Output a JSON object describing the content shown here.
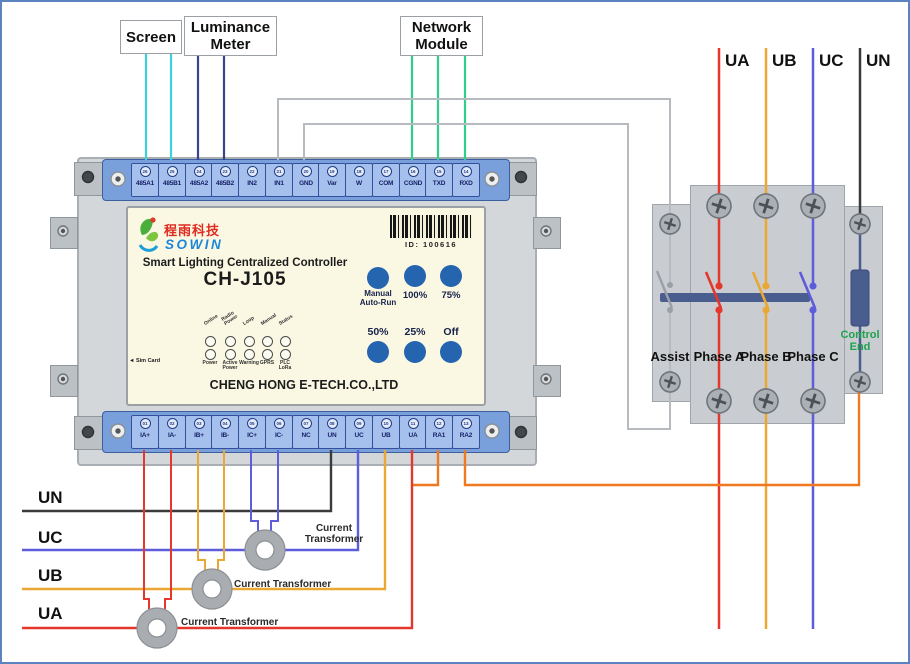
{
  "colors": {
    "wire_screen": "#3fd0de",
    "wire_luminance": "#3b4290",
    "wire_network": "#2ecf8a",
    "wire_gray": "#b7bbbf",
    "phase_a_red": "#e6372c",
    "phase_b_yellow": "#eaa733",
    "phase_c_blue": "#5d5ddc",
    "neutral_black": "#3b3b3b",
    "relay_orange": "#f0791f",
    "actuator_blue": "#4a5d8f",
    "terminal_strip_blue": "#7aa0dc",
    "button_blue": "#2565b0",
    "control_end_green": "#1ea24c"
  },
  "peripherals": {
    "screen": "Screen",
    "luminance_line1": "Luminance",
    "luminance_line2": "Meter",
    "network_line1": "Network",
    "network_line2": "Module"
  },
  "feeders_top": [
    {
      "label": "UA"
    },
    {
      "label": "UB"
    },
    {
      "label": "UC"
    },
    {
      "label": "UN"
    }
  ],
  "feeders_left": [
    {
      "label": "UN"
    },
    {
      "label": "UC"
    },
    {
      "label": "UB"
    },
    {
      "label": "UA"
    }
  ],
  "device": {
    "brand_cn": "程雨科技",
    "brand_en": "SOWIN",
    "barcode_id": "ID: 100616",
    "title": "Smart Lighting Centralized Controller",
    "model": "CH-J105",
    "company": "CHENG HONG E-TECH.CO.,LTD",
    "sim_card": "◄ Sim Card",
    "top_terminals": [
      {
        "num": "26",
        "label": "485A1"
      },
      {
        "num": "25",
        "label": "485B1"
      },
      {
        "num": "24",
        "label": "485A2"
      },
      {
        "num": "23",
        "label": "485B2"
      },
      {
        "num": "22",
        "label": "IN2"
      },
      {
        "num": "21",
        "label": "IN1"
      },
      {
        "num": "20",
        "label": "GND"
      },
      {
        "num": "19",
        "label": "Var"
      },
      {
        "num": "18",
        "label": "W"
      },
      {
        "num": "17",
        "label": "COM"
      },
      {
        "num": "16",
        "label": "CGND"
      },
      {
        "num": "15",
        "label": "TXD"
      },
      {
        "num": "14",
        "label": "RXD"
      }
    ],
    "bottom_terminals": [
      {
        "num": "01",
        "label": "IA+"
      },
      {
        "num": "02",
        "label": "IA-"
      },
      {
        "num": "03",
        "label": "IB+"
      },
      {
        "num": "04",
        "label": "IB-"
      },
      {
        "num": "05",
        "label": "IC+"
      },
      {
        "num": "06",
        "label": "IC-"
      },
      {
        "num": "07",
        "label": "NC"
      },
      {
        "num": "08",
        "label": "UN"
      },
      {
        "num": "09",
        "label": "UC"
      },
      {
        "num": "10",
        "label": "UB"
      },
      {
        "num": "11",
        "label": "UA"
      },
      {
        "num": "12",
        "label": "RA1"
      },
      {
        "num": "13",
        "label": "RA2"
      }
    ],
    "led_top": [
      [
        "Online"
      ],
      [
        "Radio",
        "Power"
      ],
      [
        "Loop"
      ],
      [
        "Manual"
      ],
      [
        "Status"
      ]
    ],
    "led_bottom": [
      [
        "Power"
      ],
      [
        "Active",
        "Power"
      ],
      [
        "Warning"
      ],
      [
        "GPRS"
      ],
      [
        "PLC",
        "LoRa"
      ]
    ],
    "buttons": {
      "manual_line1": "Manual",
      "manual_line2": "Auto-Run",
      "pct100": "100%",
      "pct75": "75%",
      "pct50": "50%",
      "pct25": "25%",
      "off": "Off"
    }
  },
  "contactor": {
    "assist": "Assist",
    "phase_a": "Phase A",
    "phase_b": "Phase B",
    "phase_c": "Phase C",
    "control_line1": "Control",
    "control_line2": "End"
  },
  "ct": {
    "uc_line1": "Current",
    "uc_line2": "Transformer",
    "ub": "Current Transformer",
    "ua": "Current Transformer"
  }
}
